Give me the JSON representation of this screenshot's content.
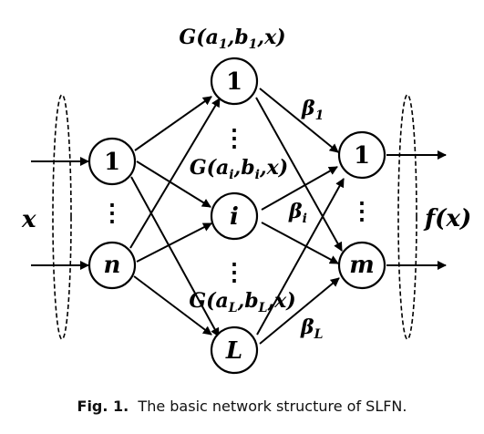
{
  "diagram": {
    "input_label": "x",
    "output_label": "f(x)",
    "input_nodes": [
      "1",
      "n"
    ],
    "hidden_nodes": [
      "1",
      "i",
      "L"
    ],
    "output_nodes": [
      "1",
      "m"
    ],
    "hidden_functions": [
      "G(a1,b1,x)",
      "G(ai,bi,x)",
      "G(aL,bL,x)"
    ],
    "output_weights": [
      "β1",
      "βi",
      "βL"
    ],
    "ellipsis": "⋮"
  },
  "caption": {
    "label": "Fig. 1.",
    "text": "The basic network structure of SLFN."
  }
}
